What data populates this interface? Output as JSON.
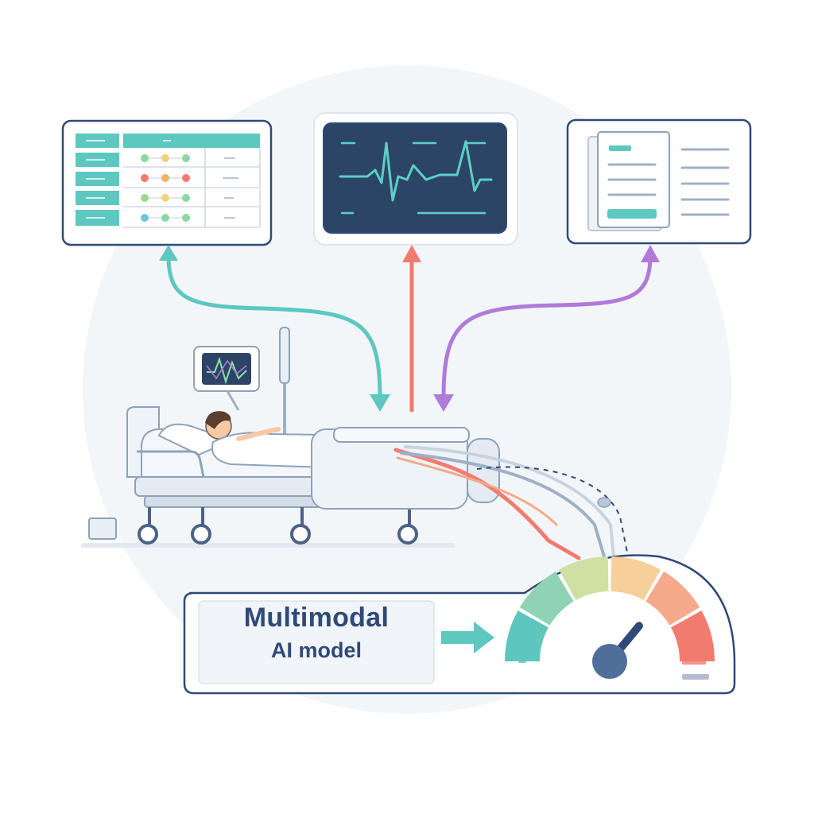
{
  "model_box": {
    "title_line1": "Multimodal",
    "title_line2": "AI model"
  },
  "colors": {
    "teal": "#5cc8c0",
    "coral": "#f27b6f",
    "purple": "#b07ad9",
    "navy": "#2f4a78",
    "monitor_screen": "#2c4566",
    "frame_outline": "#2f4a78"
  },
  "icons": {
    "lab_table": "table-panel-icon",
    "vitals_monitor": "ecg-monitor-icon",
    "clinical_notes": "document-icon",
    "patient_bed": "hospital-bed-icon",
    "risk_gauge": "gauge-icon"
  },
  "gauge": {
    "level": 0.72,
    "segments": [
      "#5ec7bd",
      "#8fd3b4",
      "#cfe0a3",
      "#f6cf9a",
      "#f6a98a",
      "#f27b6f"
    ]
  }
}
